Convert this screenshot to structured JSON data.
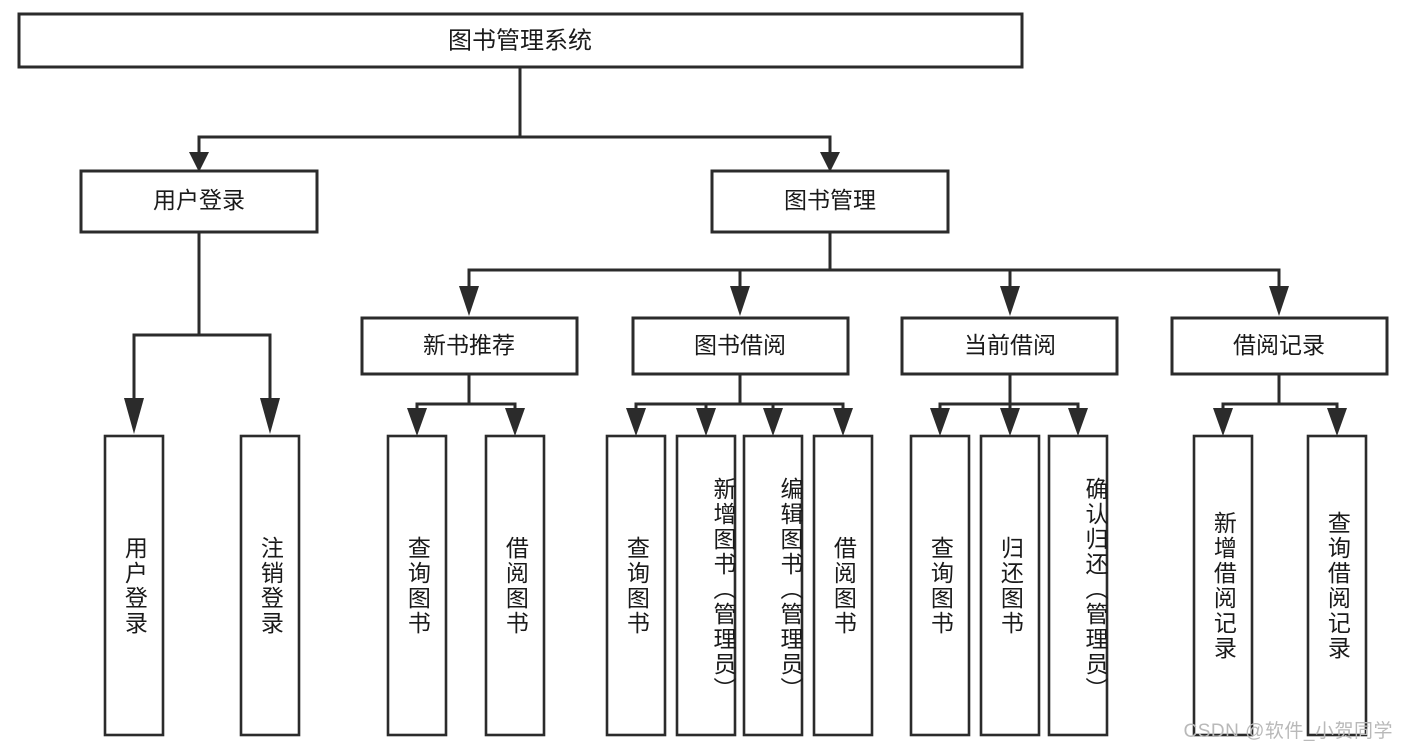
{
  "diagram": {
    "type": "tree-hierarchy",
    "title": "图书管理系统",
    "root": {
      "label": "图书管理系统",
      "orientation": "horizontal"
    },
    "level2": [
      {
        "label": "用户登录",
        "orientation": "horizontal"
      },
      {
        "label": "图书管理",
        "orientation": "horizontal"
      }
    ],
    "level3": [
      {
        "label": "新书推荐",
        "orientation": "horizontal",
        "parent": "图书管理"
      },
      {
        "label": "图书借阅",
        "orientation": "horizontal",
        "parent": "图书管理"
      },
      {
        "label": "当前借阅",
        "orientation": "horizontal",
        "parent": "图书管理"
      },
      {
        "label": "借阅记录",
        "orientation": "horizontal",
        "parent": "图书管理"
      }
    ],
    "leaves": {
      "用户登录": [
        {
          "label": "用户登录",
          "orientation": "vertical"
        },
        {
          "label": "注销登录",
          "orientation": "vertical"
        }
      ],
      "新书推荐": [
        {
          "label": "查询图书",
          "orientation": "vertical"
        },
        {
          "label": "借阅图书",
          "orientation": "vertical"
        }
      ],
      "图书借阅": [
        {
          "label": "查询图书",
          "orientation": "vertical"
        },
        {
          "label": "新增图书（管理员）",
          "orientation": "vertical"
        },
        {
          "label": "编辑图书（管理员）",
          "orientation": "vertical"
        },
        {
          "label": "借阅图书",
          "orientation": "vertical"
        }
      ],
      "当前借阅": [
        {
          "label": "查询图书",
          "orientation": "vertical"
        },
        {
          "label": "归还图书",
          "orientation": "vertical"
        },
        {
          "label": "确认归还（管理员）",
          "orientation": "vertical"
        }
      ],
      "借阅记录": [
        {
          "label": "新增借阅记录",
          "orientation": "vertical"
        },
        {
          "label": "查询借阅记录",
          "orientation": "vertical"
        }
      ]
    },
    "colors": {
      "box_stroke": "#2b2b2b",
      "box_fill": "#ffffff",
      "text": "#1a1a1a",
      "connector": "#2b2b2b",
      "watermark": "#b9b9b9",
      "background": "#ffffff"
    }
  },
  "watermark": {
    "text": "CSDN @软件_小贺同学"
  }
}
